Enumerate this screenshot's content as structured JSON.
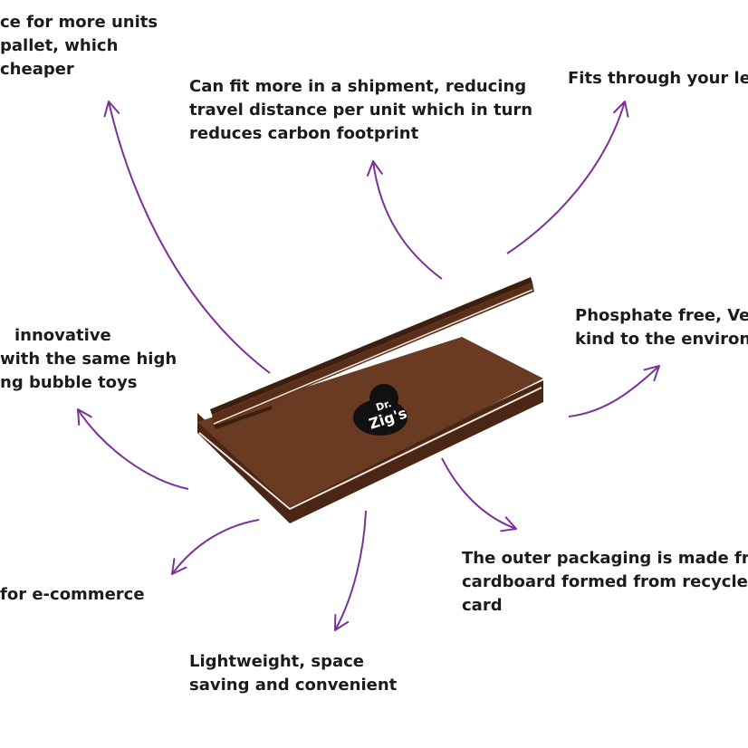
{
  "colors": {
    "arrow": "#7b3294",
    "box_top": "#6b3a22",
    "box_edge": "#3d1f10",
    "text": "#1c1c1c",
    "background": "#ffffff"
  },
  "logo": {
    "text_line1": "Dr.",
    "text_line2": "Zig's"
  },
  "callouts": {
    "top_left": [
      "ce for more units",
      "pallet, which",
      "cheaper"
    ],
    "top_center": [
      "Can fit more in a shipment, reducing",
      "travel distance per unit which in turn",
      "reduces carbon footprint"
    ],
    "top_right": [
      "Fits through your le"
    ],
    "mid_left": [
      "innovative",
      "with the same high",
      "ng bubble toys"
    ],
    "mid_right": [
      "Phosphate free, Ve",
      "kind to the environ"
    ],
    "bottom_left": [
      "for e-commerce"
    ],
    "bottom_center": [
      "Lightweight, space",
      "saving and convenient"
    ],
    "bottom_right": [
      "The outer packaging is made fr",
      "cardboard formed from recycle",
      "card"
    ]
  }
}
